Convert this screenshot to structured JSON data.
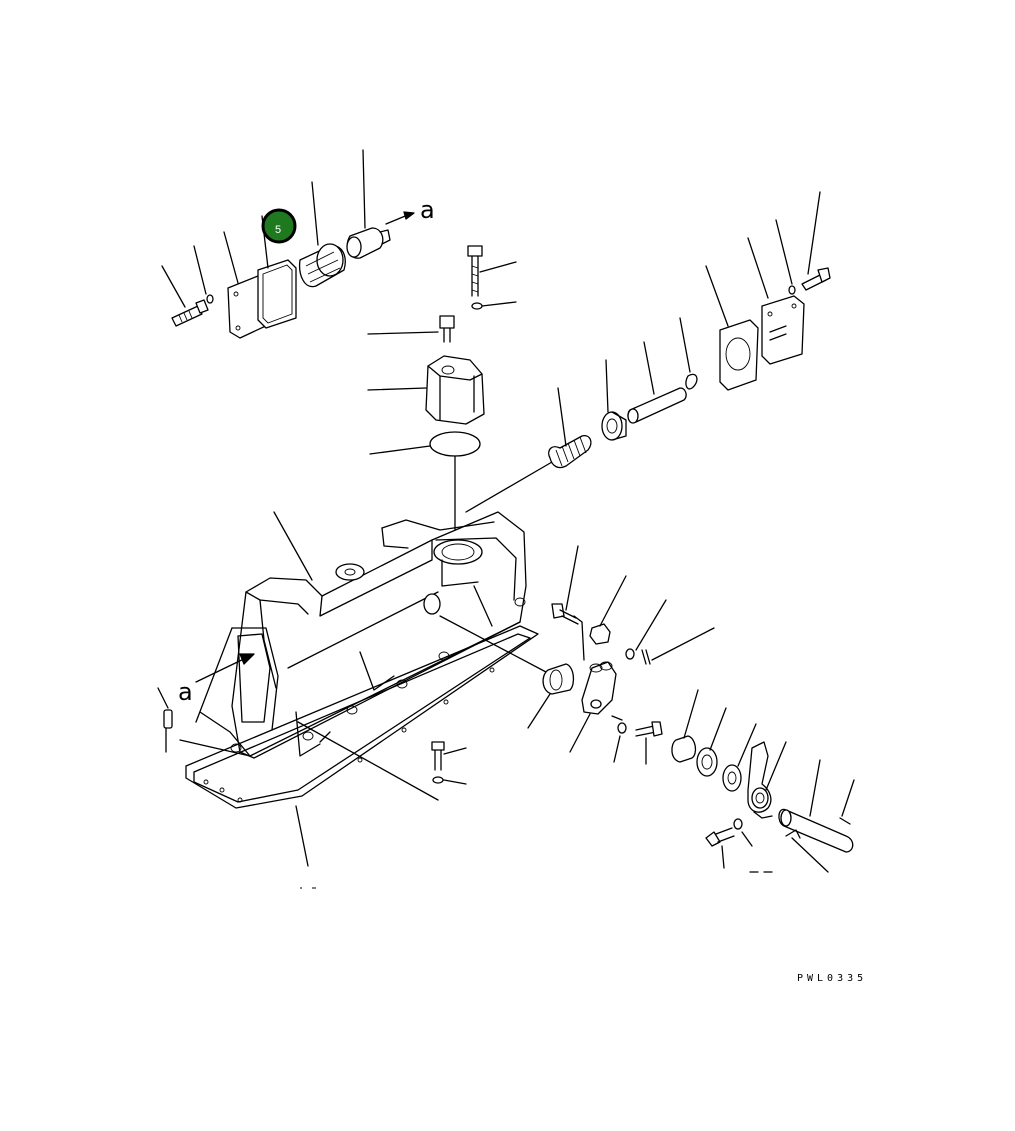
{
  "diagram": {
    "callout_badge": {
      "label": "5",
      "fill": "#1f7a1f",
      "ring": "#000000"
    },
    "view_marker": "a",
    "figure_code": "PWL0335"
  }
}
